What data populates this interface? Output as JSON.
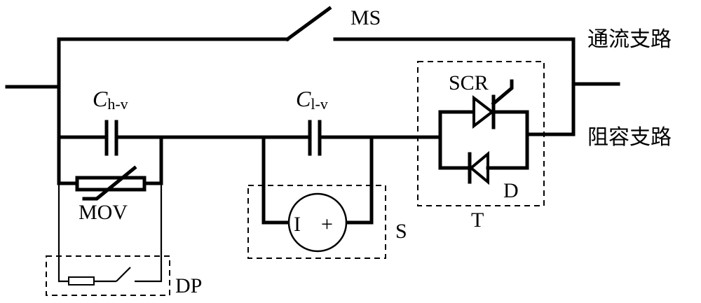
{
  "labels": {
    "main_switch": "MS",
    "through_branch": "通流支路",
    "capacitive_branch": "阻容支路",
    "cap_hv_letter": "C",
    "cap_hv_sub": "h-v",
    "cap_lv_letter": "C",
    "cap_lv_sub": "l-v",
    "varistor": "MOV",
    "dp_module": "DP",
    "source_module": "S",
    "source_minus": "I",
    "source_plus": "+",
    "thyristor": "SCR",
    "diode": "D",
    "thyristor_module": "T"
  }
}
